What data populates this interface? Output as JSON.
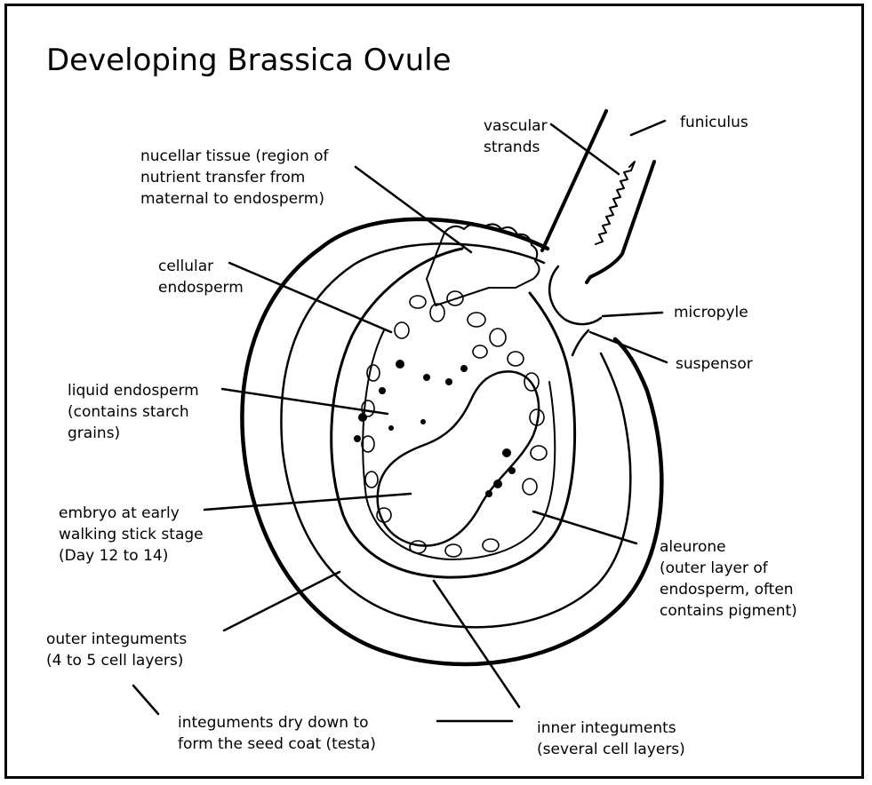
{
  "title": "Developing Brassica Ovule",
  "labels": {
    "vascular_strands": "vascular\nstrands",
    "funiculus": "funiculus",
    "nucellar_tissue": "nucellar tissue (region of\nnutrient transfer from\nmaternal to endosperm)",
    "cellular_endosperm": "cellular\nendosperm",
    "micropyle": "micropyle",
    "suspensor": "suspensor",
    "liquid_endosperm": "liquid endosperm\n(contains starch\ngrains)",
    "embryo": "embryo at early\nwalking stick stage\n(Day 12 to 14)",
    "aleurone": "aleurone\n(outer layer of\nendosperm, often\ncontains pigment)",
    "outer_integuments": "outer integuments\n(4 to 5 cell layers)",
    "integuments_dry": "integuments dry down to\nform the seed coat (testa)",
    "inner_integuments": "inner integuments\n(several cell layers)"
  }
}
